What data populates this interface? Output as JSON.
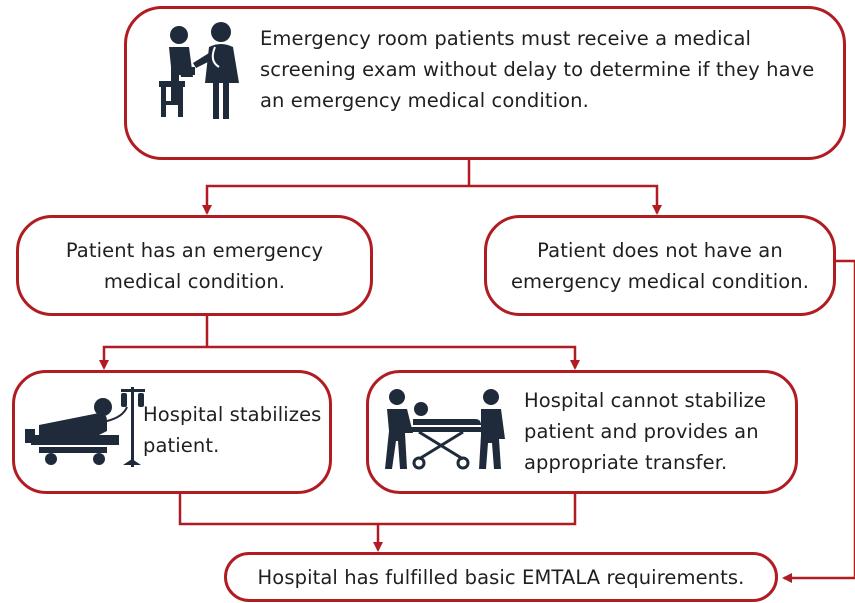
{
  "nodes": {
    "screening": "Emergency room patients must receive a medical screening exam without delay to determine if they have an emergency medical condition.",
    "has_condition": "Patient has an emergency medical condition.",
    "no_condition": "Patient does not have an emergency medical condition.",
    "stabilizes": "Hospital stabilizes patient.",
    "transfer": "Hospital cannot stabilize patient and provides an appropriate transfer.",
    "fulfilled": "Hospital has fulfilled basic EMTALA requirements."
  },
  "icons": {
    "screening": "doctor-examining-patient-icon",
    "stabilizes": "patient-in-hospital-bed-iv-icon",
    "transfer": "stretcher-transport-icon"
  },
  "colors": {
    "accent": "#b01c22",
    "icon": "#1f2b3a",
    "text": "#1f1f1f"
  }
}
